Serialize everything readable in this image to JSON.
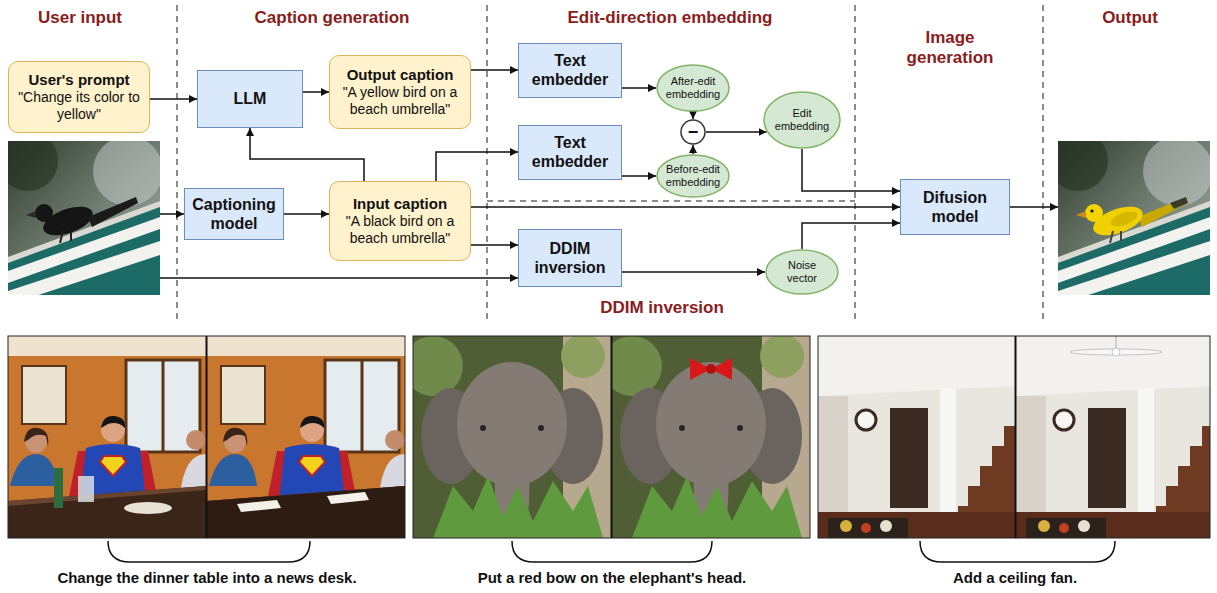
{
  "diagram": {
    "nodes": [
      {
        "text": [
          "User's prompt",
          "\"Change its color to yellow\""
        ]
      },
      {
        "text": [
          "LLM"
        ]
      },
      {
        "text": [
          "Output caption",
          "\"A yellow bird on a beach umbrella\""
        ]
      },
      {
        "text": [
          "Text embedder"
        ]
      },
      {
        "text": [
          "After-edit embedding"
        ]
      },
      {
        "text": [
          "−"
        ]
      },
      {
        "text": [
          "Edit embedding"
        ]
      },
      {
        "text": [
          "Captioning model"
        ]
      },
      {
        "text": [
          "Input caption",
          "\"A black bird on a beach umbrella\""
        ]
      },
      {
        "text": [
          "Text embedder"
        ]
      },
      {
        "text": [
          "Before-edit embedding"
        ]
      },
      {
        "text": [
          "Difusion model"
        ]
      },
      {
        "text": [
          "DDIM inversion"
        ]
      },
      {
        "text": [
          "Noise vector"
        ]
      }
    ],
    "edges": [
      {
        "from": 0,
        "to": 1,
        "arrow": "to"
      },
      {
        "from": 1,
        "to": 2,
        "arrow": "to"
      },
      {
        "from": 8,
        "to": 1,
        "arrow": "to"
      },
      {
        "from": 2,
        "to": 3,
        "arrow": "to"
      },
      {
        "from": 3,
        "to": 4,
        "arrow": "to"
      },
      {
        "from": 4,
        "to": 5,
        "arrow": "to"
      },
      {
        "from": 10,
        "to": 5,
        "arrow": "to"
      },
      {
        "from": 5,
        "to": 6,
        "arrow": "to"
      },
      {
        "from": 8,
        "to": 9,
        "arrow": "to"
      },
      {
        "from": 9,
        "to": 10,
        "arrow": "to"
      },
      {
        "from": 6,
        "to": 11,
        "arrow": "to"
      },
      {
        "from": 8,
        "to": 11,
        "arrow": "to"
      },
      {
        "from": 8,
        "to": 12,
        "arrow": "to"
      },
      {
        "from": 12,
        "to": 13,
        "arrow": "to"
      },
      {
        "from": 13,
        "to": 11,
        "arrow": "to"
      },
      {
        "from": 7,
        "to": 8,
        "arrow": "to"
      }
    ],
    "labels": [
      "User input",
      "Caption generation",
      "Edit-direction embedding",
      "Image generation",
      "Output",
      "DDIM inversion",
      "Change the dinner table into a news desk.",
      "Put a red bow on the elephant's head.",
      "Add a ceiling fan."
    ]
  }
}
